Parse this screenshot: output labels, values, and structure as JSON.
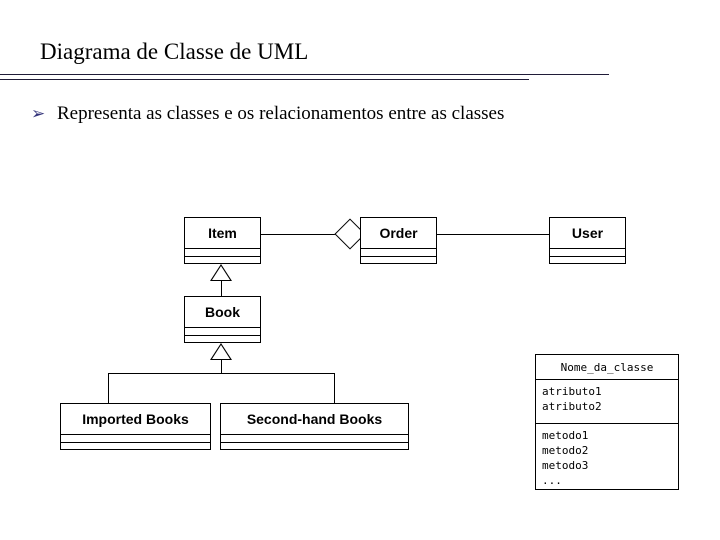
{
  "slide": {
    "title": "Diagrama de Classe de UML",
    "bullet_glyph": "➢",
    "bullet_text": "Representa as classes e os relacionamentos entre as classes",
    "rule_color": "#201c38",
    "bullet_color": "#33337a",
    "line_color": "#000000",
    "background": "#ffffff"
  },
  "diagram": {
    "classes": [
      {
        "id": "item",
        "name": "Item"
      },
      {
        "id": "order",
        "name": "Order"
      },
      {
        "id": "user",
        "name": "User"
      },
      {
        "id": "book",
        "name": "Book"
      },
      {
        "id": "imported-books",
        "name": "Imported Books"
      },
      {
        "id": "secondhand-books",
        "name": "Second-hand Books"
      }
    ],
    "relations": [
      {
        "type": "aggregation",
        "from": "item",
        "to": "order",
        "marker": "hollow-diamond"
      },
      {
        "type": "association",
        "from": "order",
        "to": "user"
      },
      {
        "type": "generalization",
        "from": "book",
        "to": "item",
        "marker": "hollow-triangle"
      },
      {
        "type": "generalization",
        "from": "imported-books",
        "to": "book",
        "marker": "hollow-triangle"
      },
      {
        "type": "generalization",
        "from": "secondhand-books",
        "to": "book",
        "marker": "hollow-triangle"
      }
    ]
  },
  "legend": {
    "class_name": "Nome_da_classe",
    "attributes": [
      "atributo1",
      "atributo2"
    ],
    "methods": [
      "metodo1",
      "metodo2",
      "metodo3",
      "..."
    ]
  }
}
